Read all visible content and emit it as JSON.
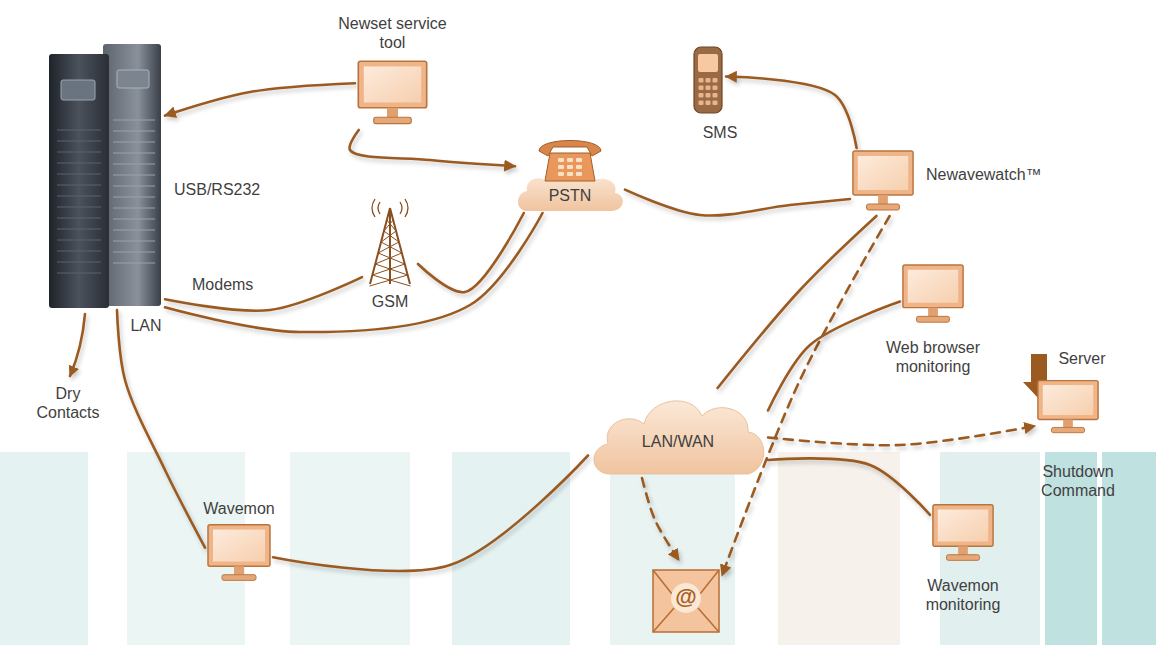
{
  "diagram": {
    "nodes": [
      {
        "text": [
          "Newset service tool"
        ]
      },
      {
        "text": [
          "SMS"
        ]
      },
      {
        "text": [
          "Newavewatch™"
        ]
      },
      {
        "text": [
          "LAN"
        ]
      },
      {
        "text": [
          "GSM"
        ]
      },
      {
        "text": [
          "PSTN"
        ]
      },
      {
        "text": [
          "LAN/WAN"
        ]
      },
      {
        "text": [
          "Web browser monitoring"
        ]
      },
      {
        "text": [
          "Server",
          "Shutdown Command"
        ]
      },
      {
        "text": [
          "Wavemon"
        ]
      },
      {
        "text": [
          "@"
        ]
      },
      {
        "text": [
          "Wavemon monitoring"
        ]
      }
    ],
    "edges": [
      {
        "from": 0,
        "to": 3,
        "arrow": "to",
        "label": "USB/RS232"
      },
      {
        "from": 0,
        "to": 5,
        "arrow": "to"
      },
      {
        "from": 2,
        "to": 1,
        "arrow": "to"
      },
      {
        "from": 3,
        "to": 4,
        "arrow": "none",
        "label": "Modems"
      },
      {
        "from": 4,
        "to": 5,
        "arrow": "none"
      },
      {
        "from": 3,
        "to": 5,
        "arrow": "none"
      },
      {
        "from": 5,
        "to": 2,
        "arrow": "none"
      },
      {
        "from": 2,
        "to": 6,
        "arrow": "none"
      },
      {
        "from": 2,
        "to": 10,
        "arrow": "to"
      },
      {
        "from": 7,
        "to": 6,
        "arrow": "none"
      },
      {
        "from": 6,
        "to": 8,
        "arrow": "to"
      },
      {
        "from": 6,
        "to": 10,
        "arrow": "to"
      },
      {
        "from": 6,
        "to": 11,
        "arrow": "none"
      },
      {
        "from": 3,
        "to": 9,
        "arrow": "none"
      },
      {
        "from": 9,
        "to": 6,
        "arrow": "none"
      }
    ],
    "labels": [
      "Dry Contacts"
    ]
  }
}
